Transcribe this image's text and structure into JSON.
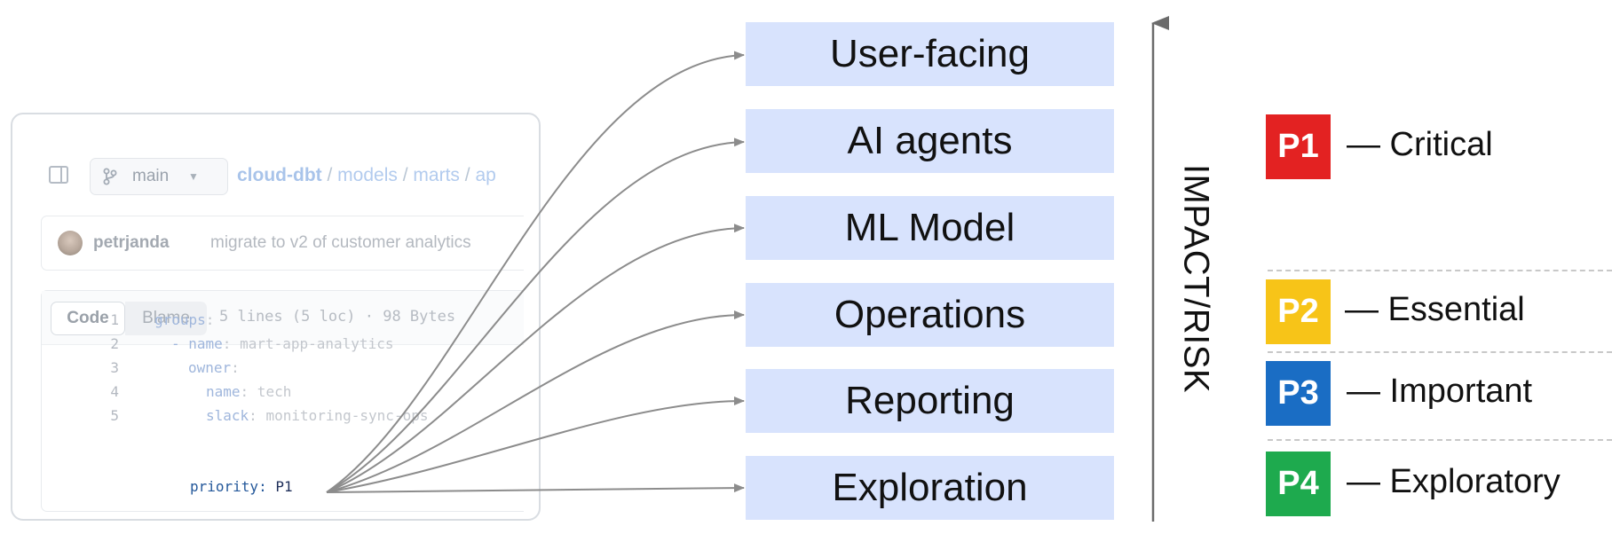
{
  "repo_card": {
    "branch": "main",
    "breadcrumb": {
      "repo": "cloud-dbt",
      "sep": "/",
      "parts": [
        "models",
        "marts",
        "ap"
      ]
    },
    "commit": {
      "author": "petrjanda",
      "message": "migrate to v2 of customer analytics"
    },
    "file_tabs": {
      "code": "Code",
      "blame": "Blame"
    },
    "file_meta": "5 lines (5 loc) · 98 Bytes",
    "lines": [
      {
        "num": "1",
        "key": "groups",
        "colon": ":",
        "value": ""
      },
      {
        "num": "2",
        "key": "- name",
        "colon": ":",
        "value": " mart-app-analytics"
      },
      {
        "num": "3",
        "key": "owner",
        "colon": ":",
        "value": ""
      },
      {
        "num": "4",
        "key": "name",
        "colon": ":",
        "value": " tech"
      },
      {
        "num": "5",
        "key": "slack",
        "colon": ":",
        "value": " monitoring-sync-ops"
      }
    ],
    "priority_line": {
      "key": "priority",
      "colon": ":",
      "value": " P1"
    }
  },
  "domains": [
    "User-facing",
    "AI agents",
    "ML Model",
    "Operations",
    "Reporting",
    "Exploration"
  ],
  "axis_label": "IMPACT/RISK",
  "priorities": [
    {
      "badge": "P1",
      "label": "— Critical",
      "color": "#e32222"
    },
    {
      "badge": "P2",
      "label": "— Essential",
      "color": "#f7c418"
    },
    {
      "badge": "P3",
      "label": "— Important",
      "color": "#1a6dc4"
    },
    {
      "badge": "P4",
      "label": "— Exploratory",
      "color": "#1eaa4e"
    }
  ],
  "colors": {
    "domain_box": "#d8e3fd",
    "arrow": "#8c8c8c",
    "axis": "#6b6b6b"
  }
}
